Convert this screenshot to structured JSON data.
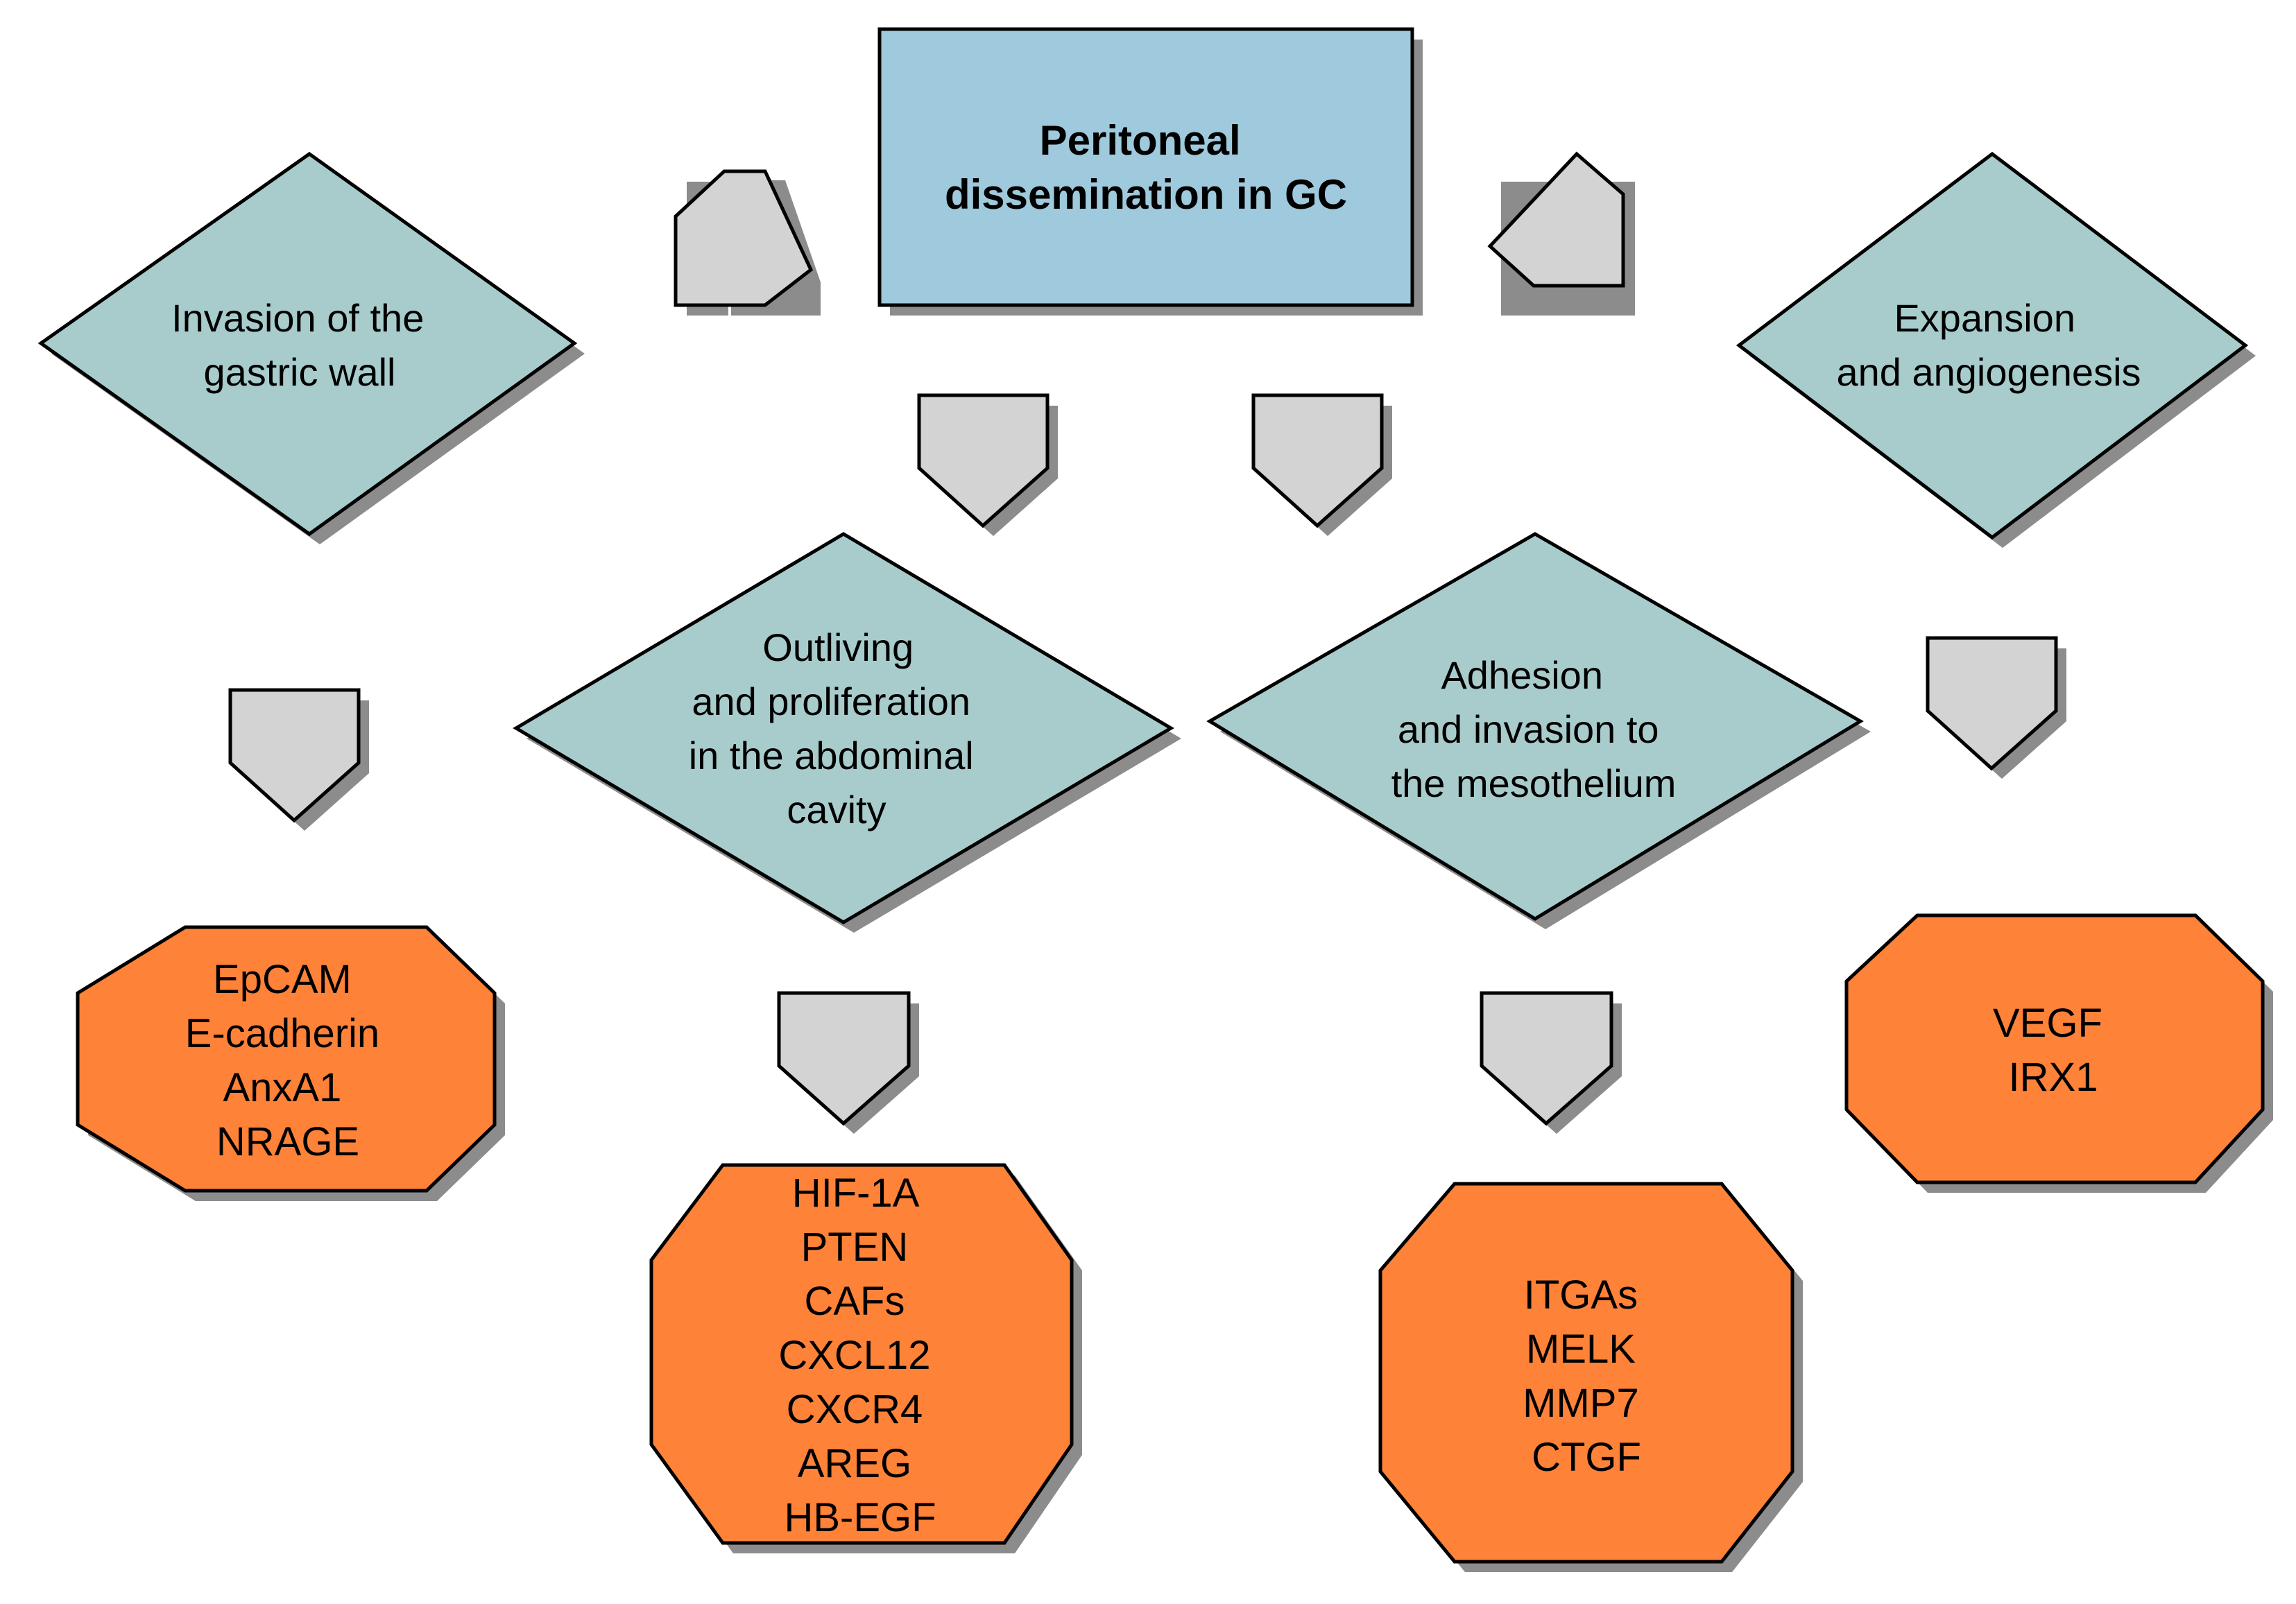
{
  "colors": {
    "title_box": "#9fc9dc",
    "stage_diamond": "#a8cccc",
    "arrow": "#d3d3d3",
    "factor_octagon": "#ff8239",
    "outline": "#000000",
    "shadow": "#8c8c8c"
  },
  "title": {
    "lines": [
      "Peritoneal",
      "dissemination in GC"
    ]
  },
  "stages": {
    "invasion": {
      "lines": [
        "Invasion of the",
        "gastric wall"
      ]
    },
    "outliving": {
      "lines": [
        "Outliving",
        "and proliferation",
        "in the abdominal",
        "cavity"
      ]
    },
    "adhesion": {
      "lines": [
        "Adhesion",
        "and invasion to",
        "the mesothelium"
      ]
    },
    "expansion": {
      "lines": [
        "Expansion",
        "and angiogenesis"
      ]
    }
  },
  "factors": {
    "invasion": {
      "lines": [
        "EpCAM",
        "E-cadherin",
        "AnxA1",
        "NRAGE"
      ]
    },
    "outliving": {
      "lines": [
        "HIF-1A",
        "PTEN",
        "CAFs",
        "CXCL12",
        "CXCR4",
        "AREG",
        "HB-EGF"
      ]
    },
    "adhesion": {
      "lines": [
        "ITGAs",
        "MELK",
        "MMP7",
        "CTGF"
      ]
    },
    "expansion": {
      "lines": [
        "VEGF",
        "IRX1"
      ]
    }
  }
}
